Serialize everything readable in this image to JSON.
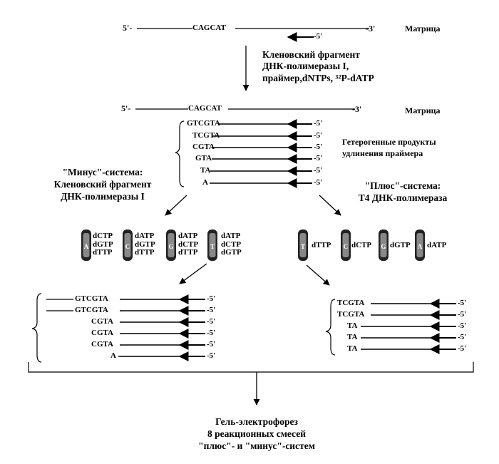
{
  "template": {
    "end5": "5'-",
    "seq": "CAGCAT",
    "end3": "-3'",
    "label": "Матрица"
  },
  "primer_label": "-5'",
  "step1_caption": [
    "Кленовский фрагмент",
    "ДНК-полимеразы I,",
    "праймер,dNTPs, ³²P-dATP"
  ],
  "template2": {
    "end5": "5'-",
    "seq": "CAGCAT",
    "end3": "-3'",
    "label": "Матрица"
  },
  "products": [
    "GTCGTA",
    "TCGTA",
    "CGTA",
    "GTA",
    "TA",
    "A"
  ],
  "products_caption": [
    "Гетерогенные продукты",
    "удлинения праймера"
  ],
  "minus_system": [
    "\"Минус\"-система:",
    "Кленовский фрагмент",
    "ДНК-полимеразы I"
  ],
  "plus_system": [
    "\"Плюс\"-система:",
    "Т4 ДНК-полимераза"
  ],
  "minus_tubes": [
    {
      "letter": "A",
      "dntps": [
        "dCTP",
        "dGTP",
        "dTTP"
      ]
    },
    {
      "letter": "C",
      "dntps": [
        "dATP",
        "dGTP",
        "dTTP"
      ]
    },
    {
      "letter": "G",
      "dntps": [
        "dATP",
        "dCTP",
        "dTTP"
      ]
    },
    {
      "letter": "T",
      "dntps": [
        "dATP",
        "dCTP",
        "dGTP"
      ]
    }
  ],
  "plus_tubes": [
    {
      "letter": "T",
      "dntp": "dTTP"
    },
    {
      "letter": "C",
      "dntp": "dCTP"
    },
    {
      "letter": "G",
      "dntp": "dGTP"
    },
    {
      "letter": "A",
      "dntp": "dATP"
    }
  ],
  "minus_results": [
    "GTCGTA",
    "GTCGTA",
    "CGTA",
    "CGTA",
    "CGTA",
    "A"
  ],
  "plus_results": [
    "TCGTA",
    "TCGTA",
    "TA",
    "TA",
    "TA"
  ],
  "final_caption": [
    "Гель-электрофорез",
    "8 реакционных смесей",
    "\"плюс\"- и \"минус\"-систем"
  ]
}
